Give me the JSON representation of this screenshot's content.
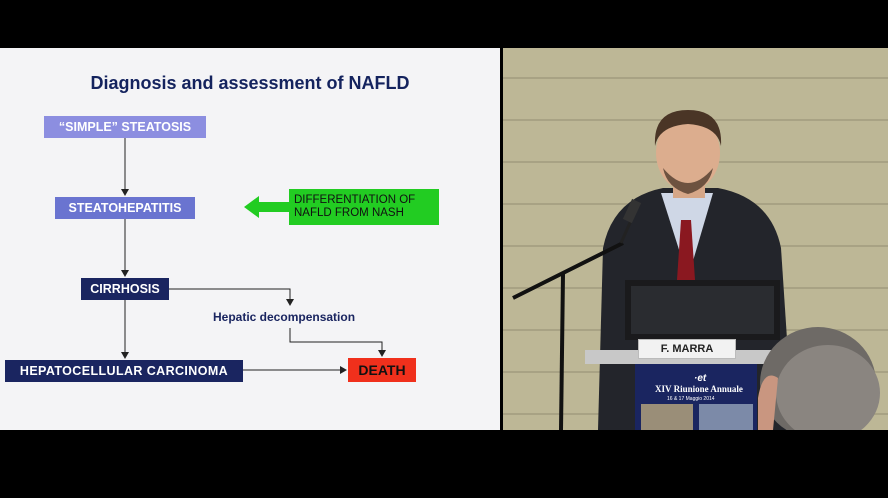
{
  "slide": {
    "title": "Diagnosis and assessment of NAFLD",
    "nodes": {
      "simple_steatosis": "“SIMPLE” STEATOSIS",
      "steatohepatitis": "STEATOHEPATITIS",
      "cirrhosis": "CIRRHOSIS",
      "hcc": "HEPATOCELLULAR  CARCINOMA",
      "death": "DEATH",
      "differentiation": "DIFFERENTIATION OF NAFLD FROM NASH",
      "hepatic_decompensation": "Hepatic decompensation"
    }
  },
  "speaker": {
    "name_card": "F. MARRA",
    "banner_title": "XIV Riunione Annuale",
    "banner_dates": "16 & 17 Maggio 2014",
    "banner_logo": "·et"
  },
  "colors": {
    "title": "#14235e",
    "simple_box": "#8c8ee0",
    "steato_box": "#6a74d0",
    "dark_box": "#1a2560",
    "death_box": "#f0301c",
    "diff_box": "#22cc22"
  }
}
